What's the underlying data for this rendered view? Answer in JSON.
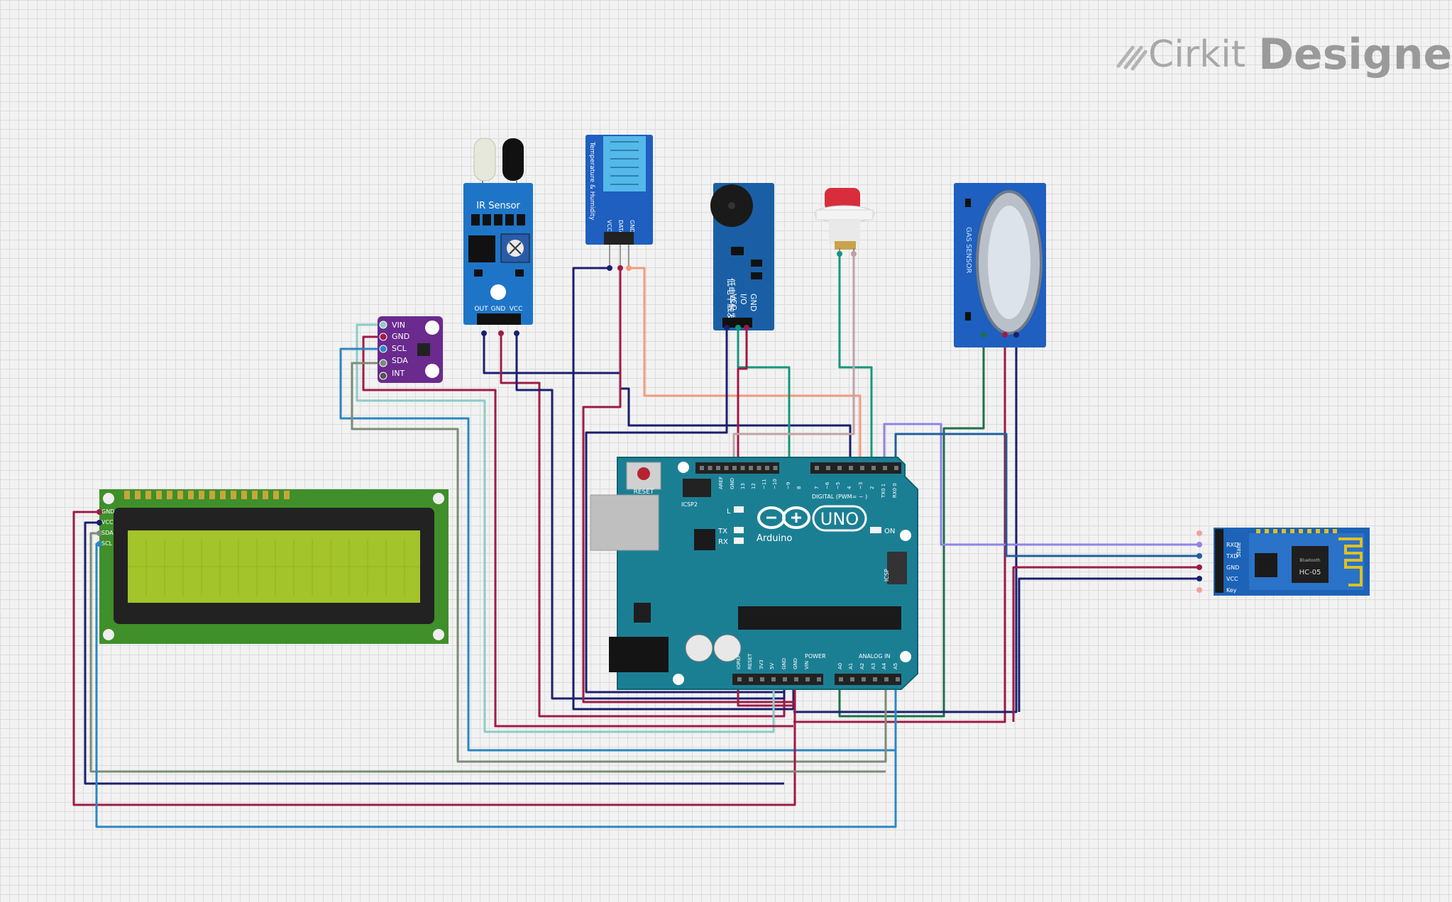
{
  "branding": {
    "name": "Cirkit",
    "product": "Designer"
  },
  "components": {
    "ir_sensor": {
      "title": "IR Sensor",
      "pins": [
        "OUT",
        "GND",
        "VCC"
      ]
    },
    "dht": {
      "title": "Temperature & Humidity",
      "pins": [
        "VCC",
        "DATA",
        "GND"
      ]
    },
    "buzzer": {
      "pins": [
        "GND",
        "I/O",
        "VCC"
      ]
    },
    "gas_sensor": {
      "title": "GAS SENSOR"
    },
    "color_sensor": {
      "pins": [
        "VIN",
        "GND",
        "SCL",
        "SDA",
        "INT"
      ]
    },
    "lcd": {
      "pins": [
        "GND",
        "VCC",
        "SDA",
        "SCL"
      ]
    },
    "arduino": {
      "reset": "RESET",
      "icsp2": "ICSP2",
      "icsp": "ICSP",
      "brand": "Arduino",
      "model": "UNO",
      "digital_label": "DIGITAL (PWM= ~ )",
      "power_label": "POWER",
      "analog_label": "ANALOG IN",
      "led_labels": [
        "L",
        "TX",
        "RX",
        "ON"
      ],
      "top_pins": [
        "AREF",
        "GND",
        "13",
        "12",
        "~11",
        "~10",
        "~9",
        "8",
        "7",
        "~6",
        "~5",
        "4",
        "~3",
        "2",
        "TX0 1",
        "RX0 0"
      ],
      "power_pins": [
        "IOREF",
        "RESET",
        "3V3",
        "5V",
        "GND",
        "GND",
        "VIN"
      ],
      "analog_pins": [
        "A0",
        "A1",
        "A2",
        "A3",
        "A4",
        "A5"
      ]
    },
    "bluetooth": {
      "model": "HC-05",
      "chip": "Bluetooth",
      "pins": [
        "State",
        "RXD",
        "TXD",
        "GND",
        "VCC",
        "Key"
      ]
    }
  },
  "colors": {
    "navy": "#1a1f6e",
    "crimson": "#9e1b45",
    "teal": "#15957b",
    "salmon": "#f39b7d",
    "mauve": "#c2a0a8",
    "lavender": "#8f84e6",
    "lightcyan": "#8ccbc8",
    "sage": "#7b8c77",
    "steel": "#2b86c3",
    "darkgreen": "#1d6f4a"
  }
}
